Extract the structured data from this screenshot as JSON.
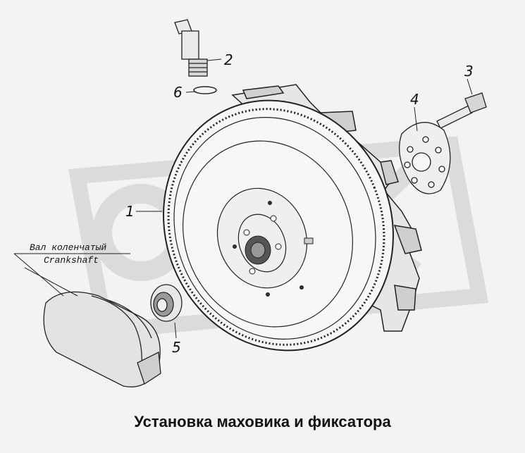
{
  "caption": "Установка маховика и фиксатора",
  "callouts": {
    "n1": "1",
    "n2": "2",
    "n3": "3",
    "n4": "4",
    "n5": "5",
    "n6": "6"
  },
  "shaft_label": {
    "ru": "Вал коленчатый",
    "en": "Crankshaft"
  },
  "watermark_text": "ORIK",
  "colors": {
    "background": "#f3f3f3",
    "line": "#222222",
    "watermark": "#c8c8c8",
    "shade": "#bfbfbf"
  }
}
